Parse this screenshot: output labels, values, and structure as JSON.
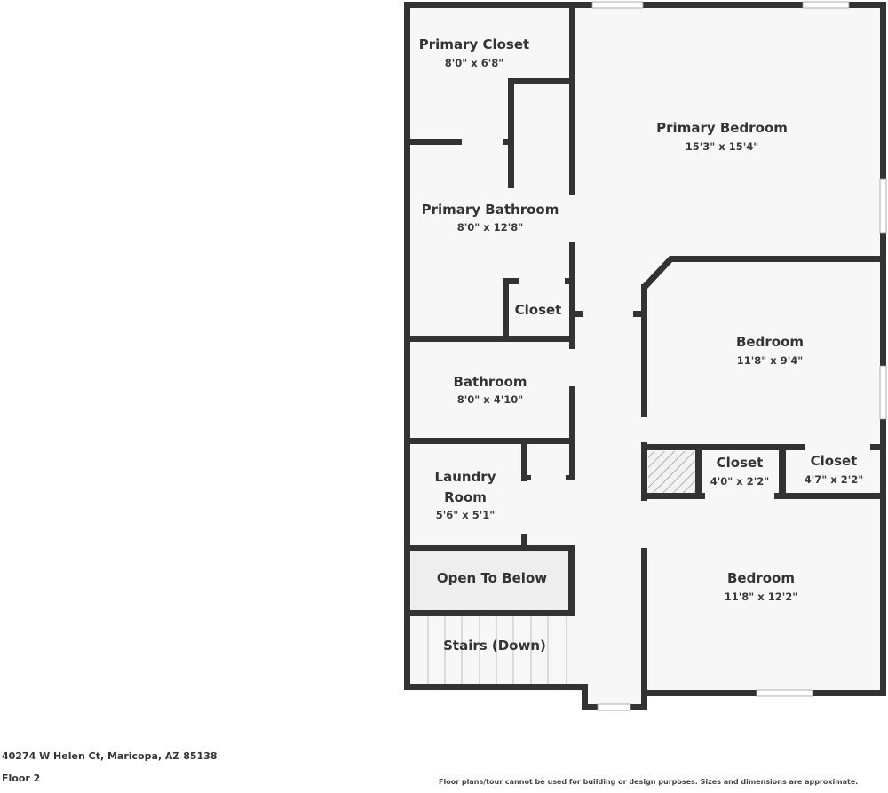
{
  "floor_plan": {
    "address": "40274 W Helen Ct, Maricopa, AZ 85138",
    "floor_label": "Floor 2",
    "disclaimer": "Floor plans/tour cannot be used for building or design purposes. Sizes and dimensions are approximate.",
    "colors": {
      "wall": "#333333",
      "floor": "#f7f7f7",
      "open_to_below": "#eeeeee",
      "background": "#ffffff"
    },
    "rooms": [
      {
        "name": "Primary Closet",
        "dimensions": "8'0\" x 6'8\""
      },
      {
        "name": "Primary Bedroom",
        "dimensions": "15'3\" x 15'4\""
      },
      {
        "name": "Primary Bathroom",
        "dimensions": "8'0\" x 12'8\""
      },
      {
        "name": "Closet",
        "dimensions": ""
      },
      {
        "name": "Bedroom",
        "dimensions": "11'8\" x 9'4\""
      },
      {
        "name": "Bathroom",
        "dimensions": "8'0\" x 4'10\""
      },
      {
        "name_line1": "Laundry",
        "name_line2": "Room",
        "dimensions": "5'6\" x 5'1\""
      },
      {
        "name": "Closet",
        "dimensions": "4'0\" x 2'2\""
      },
      {
        "name": "Closet",
        "dimensions": "4'7\" x 2'2\""
      },
      {
        "name": "Open To Below",
        "dimensions": ""
      },
      {
        "name": "Bedroom",
        "dimensions": "11'8\" x 12'2\""
      },
      {
        "name": "Stairs (Down)",
        "dimensions": ""
      }
    ]
  }
}
